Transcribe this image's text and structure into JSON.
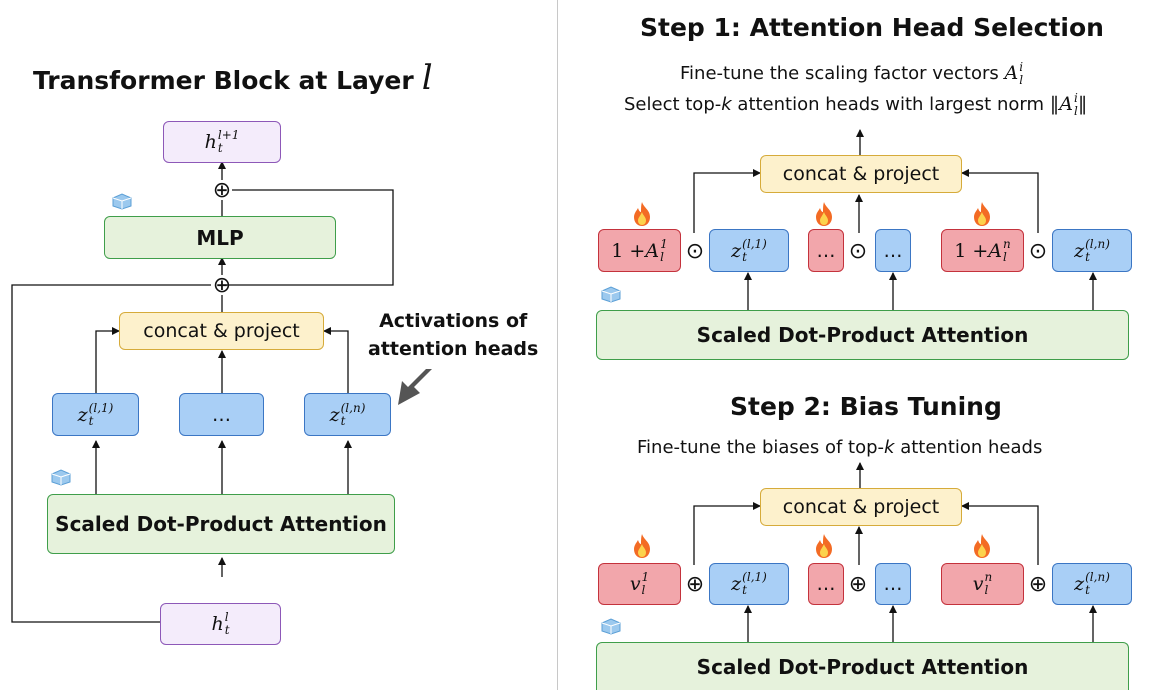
{
  "left": {
    "title": "Transformer Block at Layer",
    "title_var": "l",
    "h_next": {
      "base": "h",
      "sup": "l+1",
      "sub": "t"
    },
    "h_in": {
      "base": "h",
      "sup": "l",
      "sub": "t"
    },
    "mlp_label": "MLP",
    "concat_label": "concat & project",
    "attention_label": "Scaled Dot-Product Attention",
    "head_first": {
      "base": "z",
      "sup": "(l,1)",
      "sub": "t"
    },
    "head_mid": "…",
    "head_last": {
      "base": "z",
      "sup": "(l,n)",
      "sub": "t"
    },
    "annotation_line1": "Activations of",
    "annotation_line2": "attention heads",
    "plus_symbol": "⊕"
  },
  "step1": {
    "title": "Step 1: Attention Head Selection",
    "line1_text": "Fine-tune the scaling factor vectors",
    "line1_math": {
      "base": "A",
      "sup": "i",
      "sub": "l"
    },
    "line2_pre": "Select top-",
    "line2_k": "k",
    "line2_post": " attention heads with largest norm",
    "line2_math": {
      "open": "‖",
      "base": "A",
      "sup": "i",
      "sub": "l",
      "close": "‖"
    },
    "concat_label": "concat & project",
    "attention_label": "Scaled Dot-Product Attention",
    "scale_first": {
      "prefix": "1 + ",
      "base": "A",
      "sup": "1",
      "sub": "l"
    },
    "scale_mid": "…",
    "scale_last": {
      "prefix": "1 + ",
      "base": "A",
      "sup": "n",
      "sub": "l"
    },
    "head_first": {
      "base": "z",
      "sup": "(l,1)",
      "sub": "t"
    },
    "head_mid": "…",
    "head_last": {
      "base": "z",
      "sup": "(l,n)",
      "sub": "t"
    },
    "op_symbol": "⊙"
  },
  "step2": {
    "title": "Step 2: Bias Tuning",
    "line_pre": "Fine-tune the biases of top-",
    "line_k": "k",
    "line_post": " attention heads",
    "concat_label": "concat & project",
    "attention_label": "Scaled Dot-Product Attention",
    "bias_first": {
      "base": "v",
      "sup": "1",
      "sub": "l"
    },
    "bias_mid": "…",
    "bias_last": {
      "base": "v",
      "sup": "n",
      "sub": "l"
    },
    "head_first": {
      "base": "z",
      "sup": "(l,1)",
      "sub": "t"
    },
    "head_mid": "…",
    "head_last": {
      "base": "z",
      "sup": "(l,n)",
      "sub": "t"
    },
    "op_symbol": "⊕"
  },
  "icons": {
    "frozen": "ice-cube-icon",
    "trainable": "flame-icon",
    "pointer": "arrow-pointer-icon"
  },
  "colors": {
    "green_fill": "#e6f2dc",
    "green_border": "#3f9e4a",
    "yellow_fill": "#fdf1cc",
    "yellow_border": "#d6ab3a",
    "blue_fill": "#a9cff6",
    "blue_border": "#3b76c4",
    "red_fill": "#f2a6ab",
    "red_border": "#c4323c",
    "purple_fill": "#f4ecfb",
    "purple_border": "#8d58b8"
  }
}
